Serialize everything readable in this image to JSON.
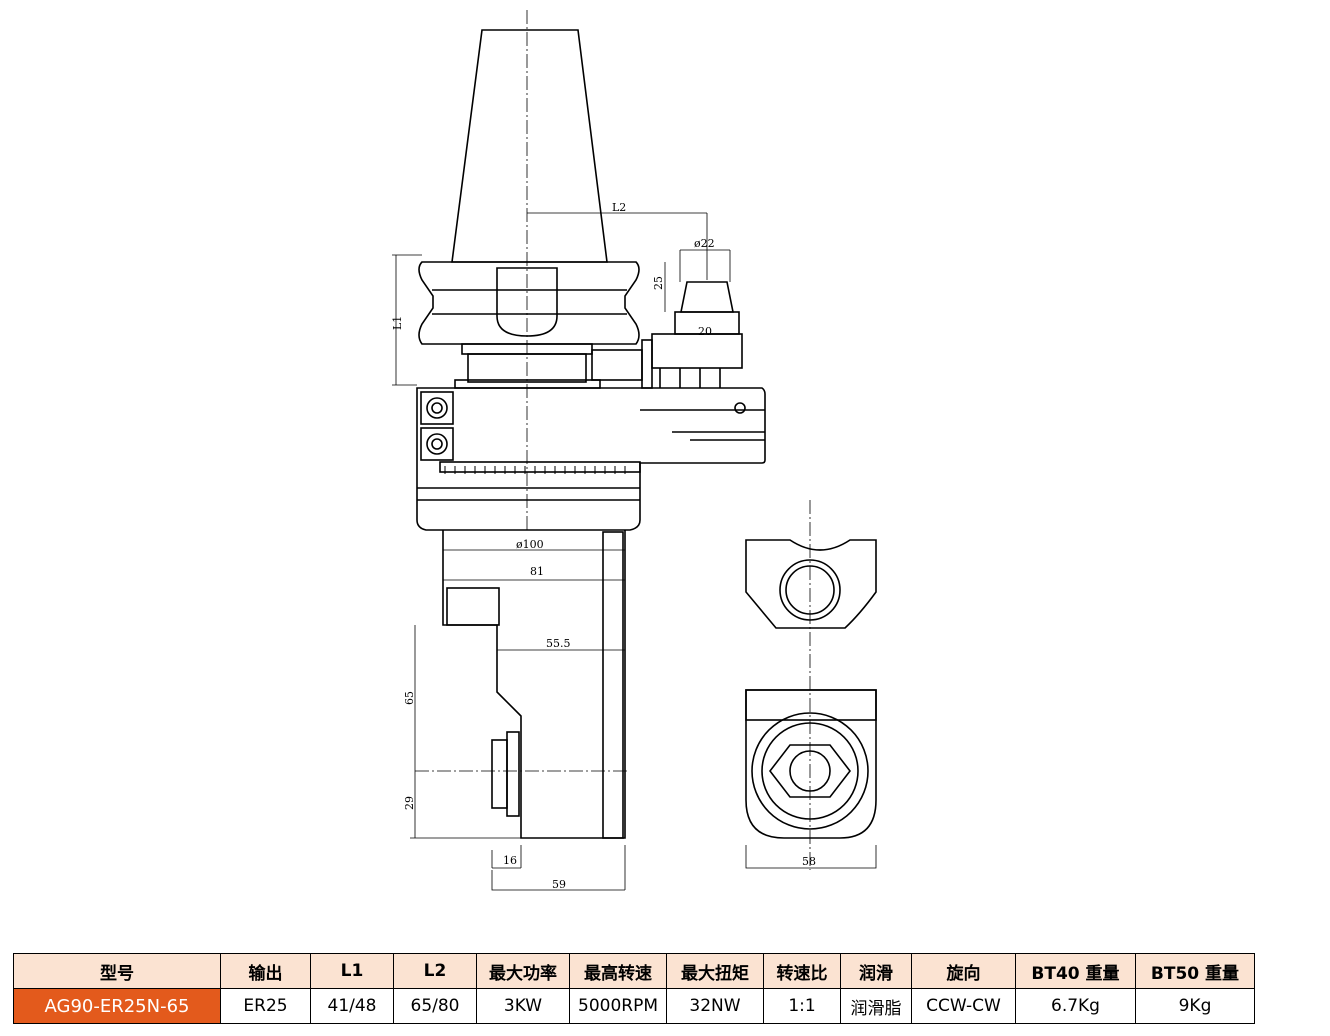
{
  "drawing": {
    "dimensions": {
      "l1": "L1",
      "l2": "L2",
      "d22": "ø22",
      "d25": "25",
      "d20": "20",
      "d100": "ø100",
      "d81": "81",
      "d55_5": "55.5",
      "d65": "65",
      "d29": "29",
      "d16": "16",
      "d59": "59",
      "d58": "58"
    }
  },
  "table": {
    "headers": [
      "型号",
      "输出",
      "L1",
      "L2",
      "最大功率",
      "最高转速",
      "最大扭矩",
      "转速比",
      "润滑",
      "旋向",
      "BT40 重量",
      "BT50 重量"
    ],
    "row": [
      "AG90-ER25N-65",
      "ER25",
      "41/48",
      "65/80",
      "3KW",
      "5000RPM",
      "32NW",
      "1:1",
      "润滑脂",
      "CCW-CW",
      "6.7Kg",
      "9Kg"
    ]
  },
  "colors": {
    "header_bg": "#fbe3d2",
    "model_bg": "#e35a1c"
  }
}
